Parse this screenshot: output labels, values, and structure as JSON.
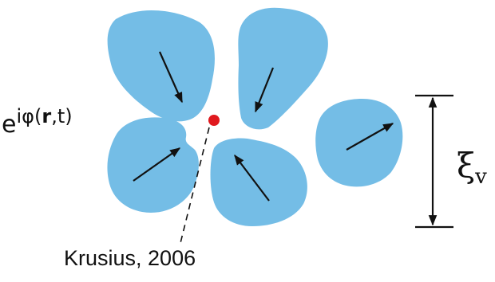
{
  "phase_label": {
    "base": "e",
    "exponent_pre": "iφ(",
    "exponent_bold": "r",
    "exponent_post": ",t)"
  },
  "scale_label": {
    "symbol": "ξ",
    "subscript": "v"
  },
  "citation": "Krusius, 2006",
  "colors": {
    "blob_fill": "#74bde6",
    "vortex_core": "#e0191e",
    "ink": "#111111",
    "background": "#ffffff"
  },
  "icons": {
    "blob": "blue-domain-blob",
    "arrow": "phase-direction-arrow",
    "core": "vortex-core-dot",
    "scale": "double-headed-scale-bar"
  }
}
